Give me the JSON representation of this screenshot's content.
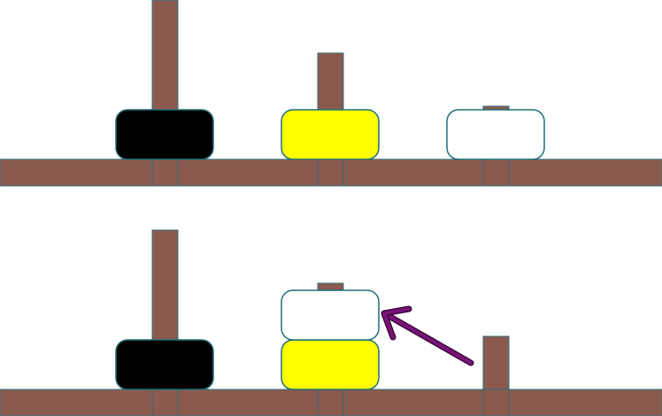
{
  "colors": {
    "background": "#ffffff",
    "wood": "#8b5a4e",
    "wood_outline": "#2f6f7a",
    "disk_outline": "#1f6f78",
    "arrow": "#7a127a"
  },
  "disk_colors": {
    "black": "#000000",
    "yellow": "#ffff00",
    "white": "#ffffff"
  },
  "panels": [
    {
      "name": "before-state",
      "pegs": [
        {
          "name": "peg-1",
          "stack": [
            "black"
          ]
        },
        {
          "name": "peg-2",
          "stack": [
            "yellow"
          ]
        },
        {
          "name": "peg-3",
          "stack": [
            "white"
          ]
        }
      ]
    },
    {
      "name": "after-state",
      "pegs": [
        {
          "name": "peg-1",
          "stack": [
            "black"
          ]
        },
        {
          "name": "peg-2",
          "stack": [
            "yellow",
            "white"
          ]
        },
        {
          "name": "peg-3",
          "stack": []
        }
      ]
    }
  ],
  "move": {
    "disk": "white",
    "from_peg": 3,
    "to_peg": 2
  }
}
